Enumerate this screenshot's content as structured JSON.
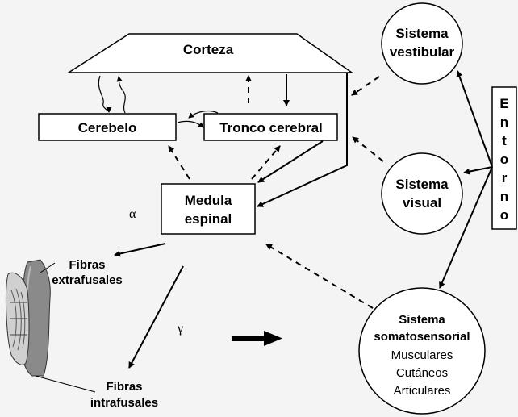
{
  "nodes": {
    "corteza": "Corteza",
    "cerebelo": "Cerebelo",
    "tronco": "Tronco cerebral",
    "medula": [
      "Medula",
      "espinal"
    ],
    "vestibular": [
      "Sistema",
      "vestibular"
    ],
    "visual": [
      "Sistema",
      "visual"
    ],
    "somato": {
      "title": [
        "Sistema",
        "somatosensorial"
      ],
      "items": [
        "Musculares",
        "Cutáneos",
        "Articulares"
      ]
    },
    "entorno": [
      "E",
      "n",
      "t",
      "o",
      "r",
      "n",
      "o"
    ]
  },
  "labels": {
    "alpha": "α",
    "gamma": "γ",
    "extrafusales": [
      "Fibras",
      "extrafusales"
    ],
    "intrafusales": [
      "Fibras",
      "intrafusales"
    ]
  },
  "colors": {
    "ink": "#000000",
    "background": "#f4f4f4",
    "box": "#ffffff"
  }
}
